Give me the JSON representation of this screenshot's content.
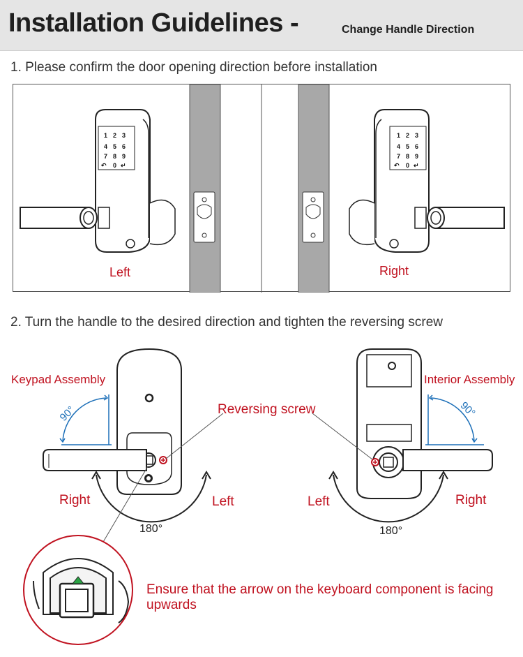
{
  "header": {
    "title": "Installation Guidelines -",
    "subtitle": "Change Handle Direction"
  },
  "step1": {
    "text": "1. Please confirm the door opening direction before installation",
    "left_label": "Left",
    "right_label": "Right",
    "keypad_digits": [
      "1",
      "2",
      "3",
      "4",
      "5",
      "6",
      "7",
      "8",
      "9",
      "0"
    ]
  },
  "step2": {
    "text": "2. Turn the handle to the desired direction and tighten the reversing screw",
    "keypad_assembly": "Keypad Assembly",
    "interior_assembly": "Interior Assembly",
    "reversing_screw": "Reversing screw",
    "angle_90": "90°",
    "angle_180": "180°",
    "left_label": "Left",
    "right_label": "Right",
    "note": "Ensure that the arrow on the keyboard component is facing upwards"
  },
  "colors": {
    "accent_red": "#c0111f",
    "angle_blue": "#1c6fb8",
    "door_gray": "#a8a8a8"
  }
}
